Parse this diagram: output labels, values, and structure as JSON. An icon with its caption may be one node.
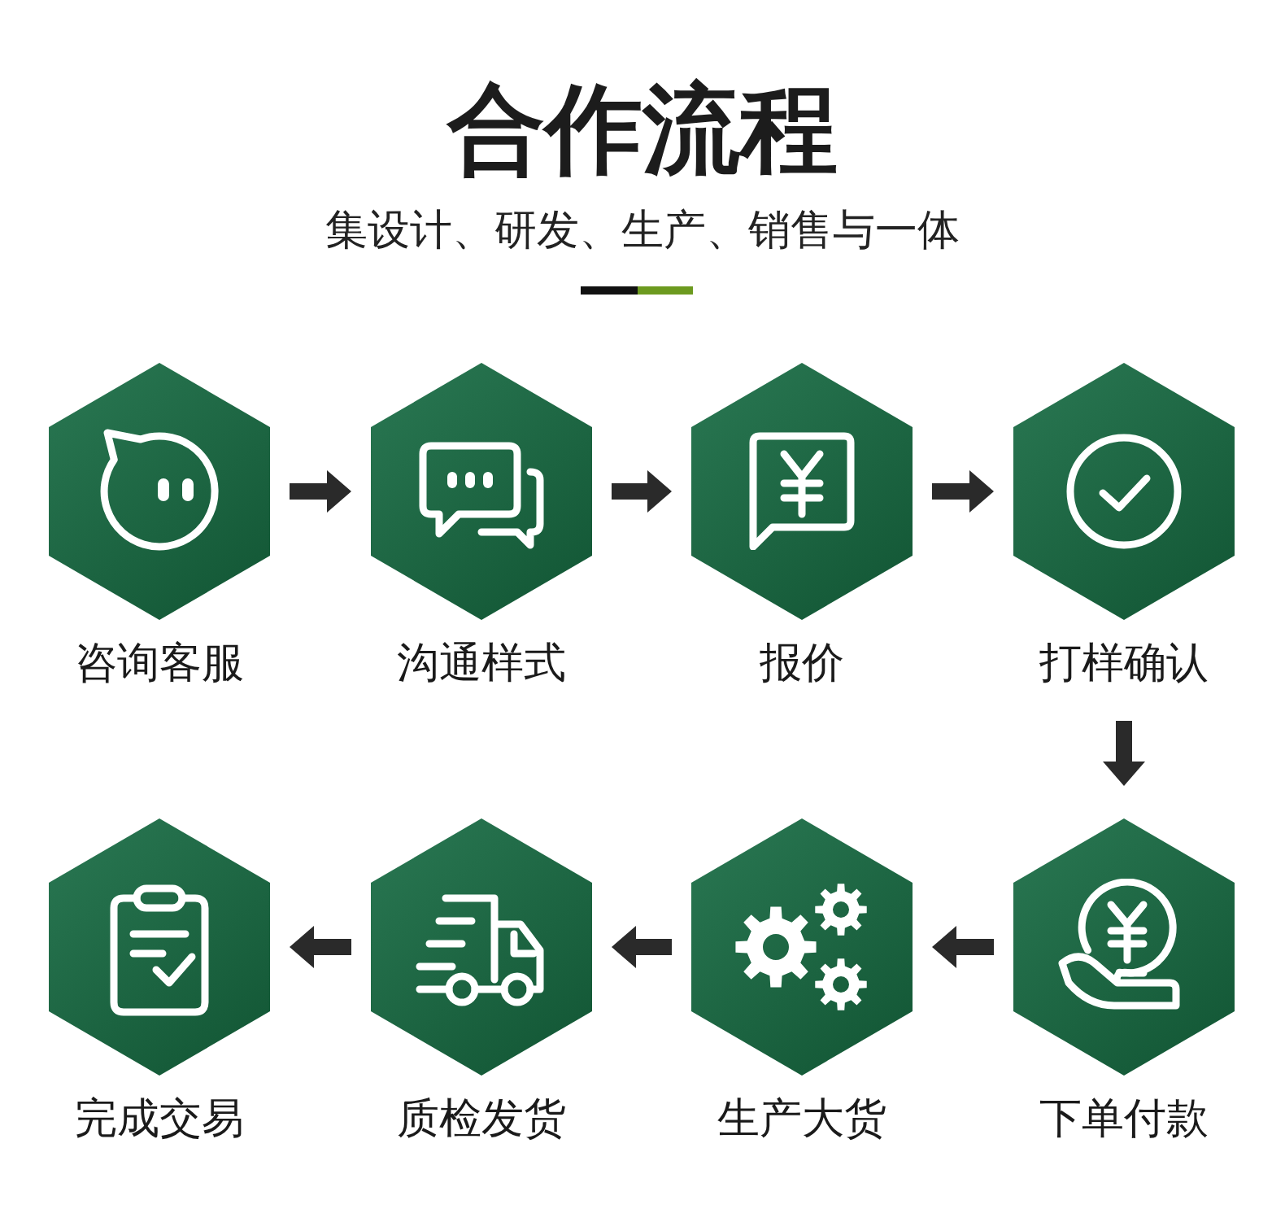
{
  "diagram": {
    "title": "合作流程",
    "nodes": [
      {
        "text": [
          "咨询客服"
        ]
      },
      {
        "text": [
          "沟通样式"
        ]
      },
      {
        "text": [
          "报价"
        ]
      },
      {
        "text": [
          "打样确认"
        ]
      },
      {
        "text": [
          "下单付款"
        ]
      },
      {
        "text": [
          "生产大货"
        ]
      },
      {
        "text": [
          "质检发货"
        ]
      },
      {
        "text": [
          "完成交易"
        ]
      }
    ],
    "edges": [
      {
        "from": 0,
        "to": 1,
        "arrow": "to"
      },
      {
        "from": 1,
        "to": 2,
        "arrow": "to"
      },
      {
        "from": 2,
        "to": 3,
        "arrow": "to"
      },
      {
        "from": 3,
        "to": 4,
        "arrow": "to"
      },
      {
        "from": 4,
        "to": 5,
        "arrow": "to"
      },
      {
        "from": 5,
        "to": 6,
        "arrow": "to"
      },
      {
        "from": 6,
        "to": 7,
        "arrow": "to"
      }
    ],
    "labels": [
      "集设计、研发、生产、销售与一体"
    ]
  }
}
